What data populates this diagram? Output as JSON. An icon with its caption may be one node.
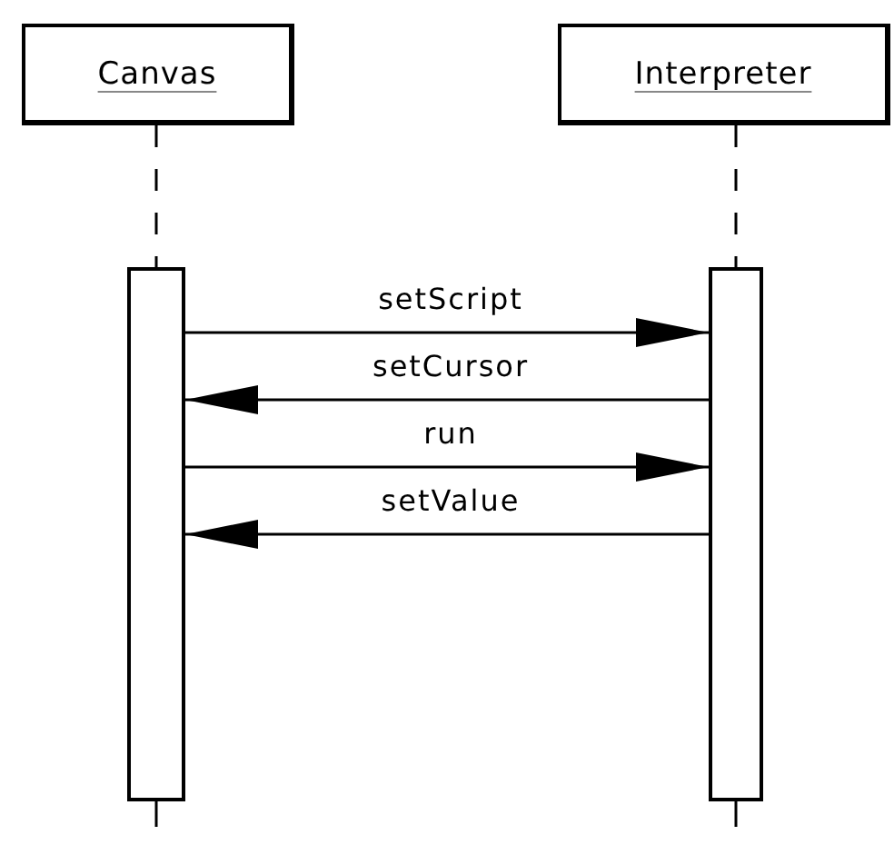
{
  "diagram": {
    "nodes": [
      {
        "text": [
          "Canvas"
        ]
      },
      {
        "text": [
          "Interpreter"
        ]
      },
      {
        "text": [],
        "shape": "bar"
      },
      {
        "text": [],
        "shape": "bar"
      }
    ],
    "edges": [
      {
        "from": 0,
        "to": 2,
        "arrow": "none",
        "style": "dashed"
      },
      {
        "from": 1,
        "to": 3,
        "arrow": "none",
        "style": "dashed"
      },
      {
        "from": 2,
        "to": 3,
        "arrow": "to",
        "label": "setScript"
      },
      {
        "from": 3,
        "to": 2,
        "arrow": "to",
        "label": "setCursor"
      },
      {
        "from": 2,
        "to": 3,
        "arrow": "to",
        "label": "run"
      },
      {
        "from": 3,
        "to": 2,
        "arrow": "to",
        "label": "setValue"
      }
    ]
  }
}
